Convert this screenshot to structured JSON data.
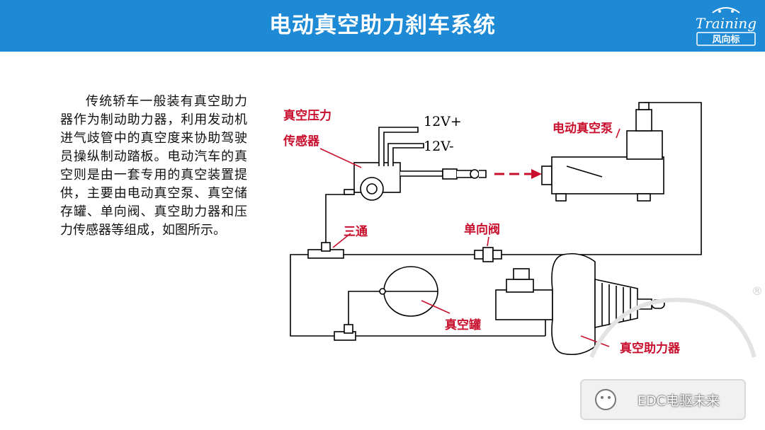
{
  "header": {
    "title": "电动真空助力刹车系统",
    "logo_script": "Training",
    "logo_brand": "风向标",
    "bar_color": "#1e8ad6"
  },
  "body": {
    "paragraph": "传统轿车一般装有真空助力器作为制动助力器，利用发动机进气歧管中的真空度来协助驾驶员操纵制动踏板。电动汽车的真空则是由一套专用的真空装置提供，主要由电动真空泵、真空储存罐、单向阀、真空助力器和压力传感器等组成，如图所示。"
  },
  "diagram": {
    "label_color": "#c8102e",
    "labels": {
      "sensor_line1": "真空压力",
      "sensor_line2": "传感器",
      "v_plus": "12V+",
      "v_minus": "12V-",
      "pump": "电动真空泵",
      "tee": "三通",
      "check_valve": "单向阀",
      "tank": "真空罐",
      "booster": "真空助力器"
    }
  },
  "watermark": {
    "text": "EDC电驱未来",
    "registered": "®"
  }
}
